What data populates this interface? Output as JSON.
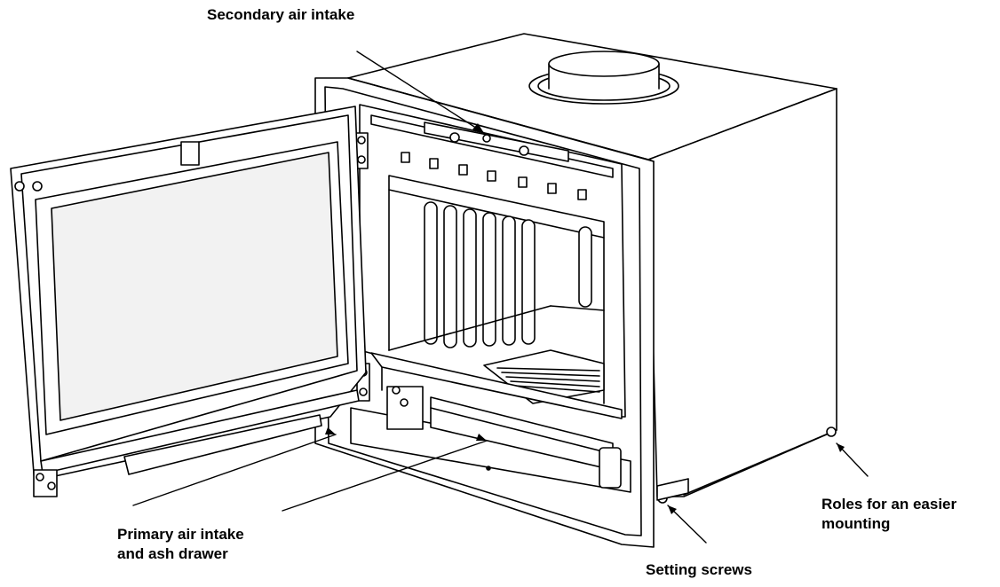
{
  "labels": {
    "secondary_air": "Secondary air intake",
    "primary_air_line1": "Primary air intake",
    "primary_air_line2": "and ash drawer",
    "setting_screws": "Setting screws",
    "roles_line1": "Roles for an easier",
    "roles_line2": "mounting"
  },
  "colors": {
    "line": "#000000",
    "background": "#ffffff",
    "glass": "#f2f2f2"
  }
}
